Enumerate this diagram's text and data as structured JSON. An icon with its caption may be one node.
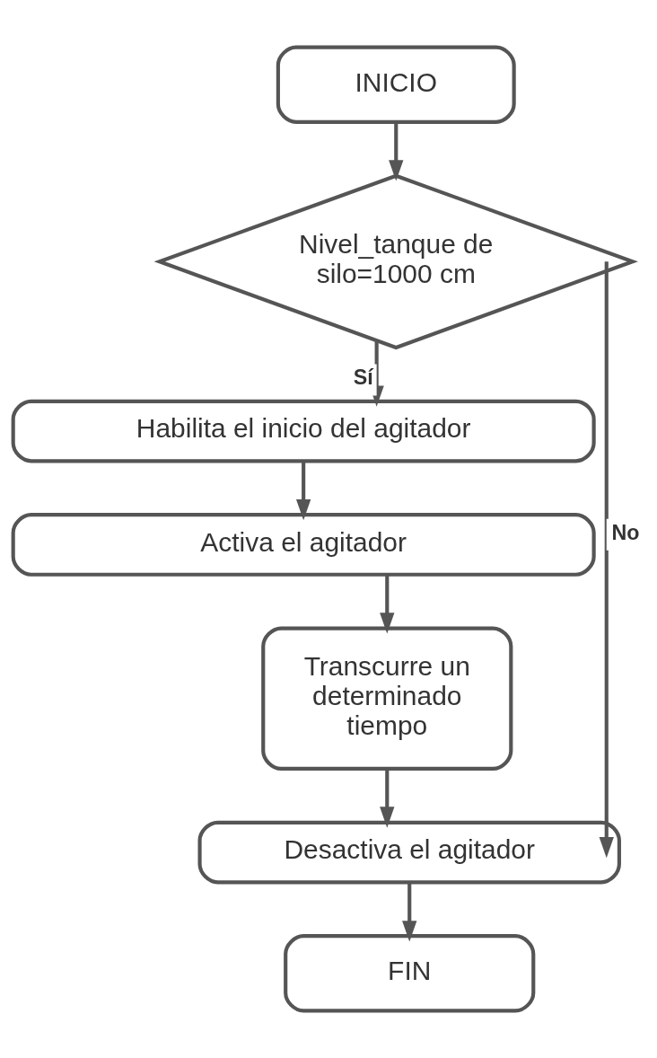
{
  "diagram": {
    "nodes": [
      {
        "text": [
          "INICIO"
        ]
      },
      {
        "text": [
          "Nivel_tanque de silo=1000 cm"
        ]
      },
      {
        "text": [
          "Habilita el inicio del agitador"
        ]
      },
      {
        "text": [
          "Activa el agitador"
        ]
      },
      {
        "text": [
          "Transcurre un determinado tiempo"
        ]
      },
      {
        "text": [
          "Desactiva el agitador"
        ]
      },
      {
        "text": [
          "FIN"
        ]
      }
    ],
    "edges": [
      {
        "from": 0,
        "to": 1,
        "arrow": "to"
      },
      {
        "from": 1,
        "to": 2,
        "arrow": "to",
        "label": "Sí"
      },
      {
        "from": 2,
        "to": 3,
        "arrow": "to"
      },
      {
        "from": 3,
        "to": 4,
        "arrow": "to"
      },
      {
        "from": 4,
        "to": 5,
        "arrow": "to"
      },
      {
        "from": 1,
        "to": 5,
        "arrow": "to",
        "label": "No"
      },
      {
        "from": 5,
        "to": 6,
        "arrow": "to"
      }
    ]
  }
}
